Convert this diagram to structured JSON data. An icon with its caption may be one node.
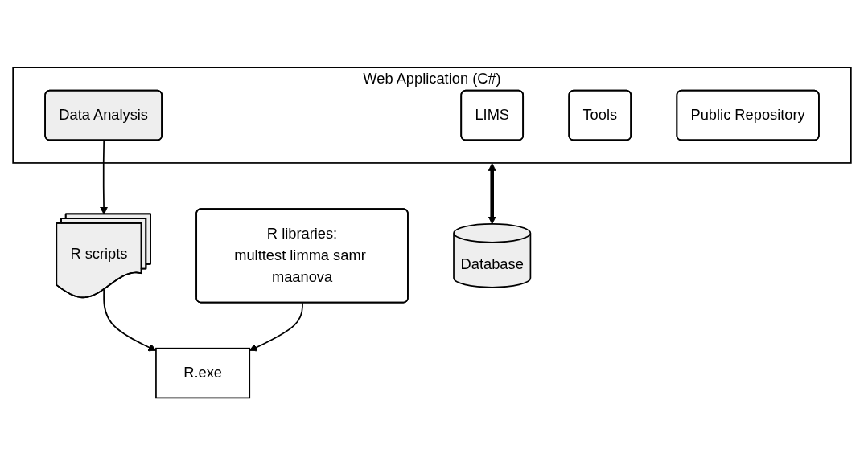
{
  "diagram": {
    "nodes": [
      {
        "text": [
          "Web Application (C#)"
        ]
      },
      {
        "text": [
          "LIMS"
        ],
        "in": 0
      },
      {
        "text": [
          "Data Analysis"
        ],
        "in": 0
      },
      {
        "text": [
          "Tools"
        ],
        "in": 0
      },
      {
        "text": [
          "Public Repository"
        ],
        "in": 0
      },
      {
        "text": [
          "R scripts"
        ]
      },
      {
        "text": [
          "R.exe"
        ]
      },
      {
        "text": [
          "R libraries:",
          "multtest limma samr maanova"
        ]
      },
      {
        "text": [
          "Database"
        ]
      }
    ],
    "edges": [
      {
        "from": 2,
        "to": 5,
        "arrow": "to"
      },
      {
        "from": 5,
        "to": 6,
        "arrow": "to"
      },
      {
        "from": 7,
        "to": 6,
        "arrow": "to"
      },
      {
        "from": 0,
        "to": 8,
        "arrow": "both",
        "style": "thick"
      }
    ]
  }
}
